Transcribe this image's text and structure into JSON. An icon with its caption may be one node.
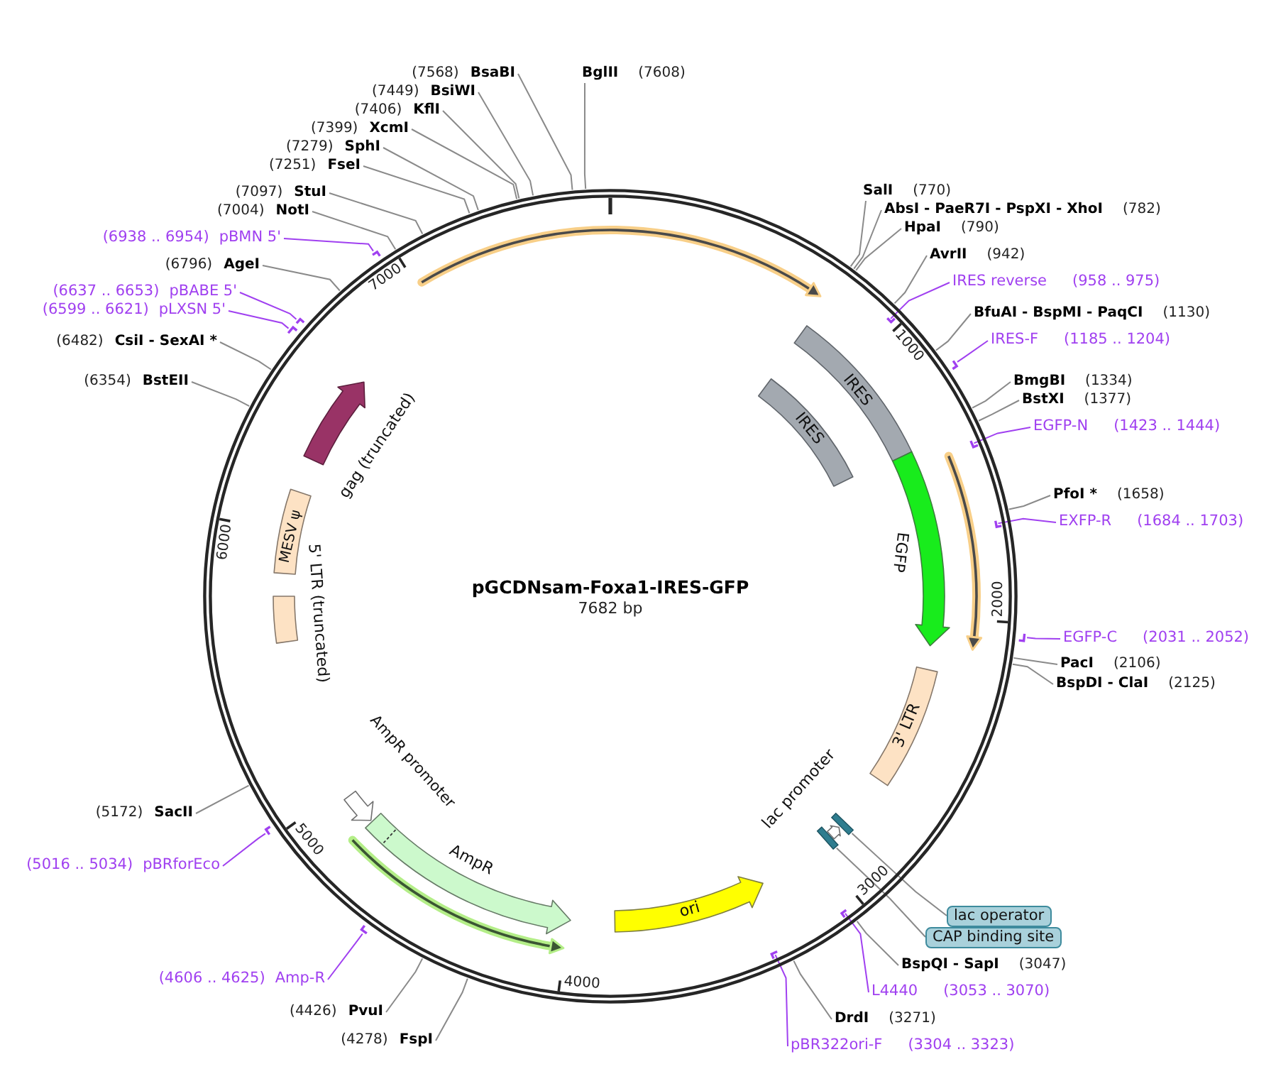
{
  "diagram": {
    "nodes": [
      {
        "text": [
          "pGCDNsam-Foxa1-IRES-GFP",
          "7682 bp"
        ]
      },
      {
        "text": [],
        "shape": "arrow",
        "in": 0
      },
      {
        "text": [
          "IRES"
        ],
        "in": 0
      },
      {
        "text": [
          "IRES"
        ],
        "in": 0
      },
      {
        "text": [
          "EGFP"
        ],
        "in": 0
      },
      {
        "text": [],
        "shape": "arrow",
        "in": 0
      },
      {
        "text": [
          "3' LTR"
        ],
        "in": 0
      },
      {
        "text": [],
        "shape": "bar",
        "in": 0
      },
      {
        "text": [
          "lac promoter"
        ],
        "in": 0
      },
      {
        "text": [],
        "shape": "bar",
        "in": 0
      },
      {
        "text": [
          "ori"
        ],
        "in": 0
      },
      {
        "text": [
          "AmpR"
        ],
        "in": 0
      },
      {
        "text": [
          "AmpR promoter"
        ],
        "in": 0
      },
      {
        "text": [
          "5' LTR (truncated)"
        ],
        "in": 0
      },
      {
        "text": [
          "MESV ψ"
        ],
        "in": 0
      },
      {
        "text": [
          "gag (truncated)"
        ],
        "in": 0
      },
      {
        "text": [
          "(7568)",
          "BsaBI"
        ]
      },
      {
        "text": [
          "BglII",
          "(7608)"
        ]
      },
      {
        "text": [
          "(7449)",
          "BsiWI"
        ]
      },
      {
        "text": [
          "(7406)",
          "KflI"
        ]
      },
      {
        "text": [
          "(7399)",
          "XcmI"
        ]
      },
      {
        "text": [
          "(7279)",
          "SphI"
        ]
      },
      {
        "text": [
          "(7251)",
          "FseI"
        ]
      },
      {
        "text": [
          "(7097)",
          "StuI"
        ]
      },
      {
        "text": [
          "(7004)",
          "NotI"
        ]
      },
      {
        "text": [
          "(6938 .. 6954)",
          "pBMN 5'"
        ]
      },
      {
        "text": [
          "(6796)",
          "AgeI"
        ]
      },
      {
        "text": [
          "(6637 .. 6653)",
          "pBABE 5'"
        ]
      },
      {
        "text": [
          "(6599 .. 6621)",
          "pLXSN 5'"
        ]
      },
      {
        "text": [
          "(6482)",
          "CsiI - SexAI *"
        ]
      },
      {
        "text": [
          "(6354)",
          "BstEII"
        ]
      },
      {
        "text": [
          "(5172)",
          "SacII"
        ]
      },
      {
        "text": [
          "(5016 .. 5034)",
          "pBRforEco"
        ]
      },
      {
        "text": [
          "(4606 .. 4625)",
          "Amp-R"
        ]
      },
      {
        "text": [
          "(4426)",
          "PvuI"
        ]
      },
      {
        "text": [
          "(4278)",
          "FspI"
        ]
      },
      {
        "text": [
          "SalI",
          "(770)"
        ]
      },
      {
        "text": [
          "AbsI - PaeR7I - PspXI - XhoI",
          "(782)"
        ]
      },
      {
        "text": [
          "HpaI",
          "(790)"
        ]
      },
      {
        "text": [
          "AvrII",
          "(942)"
        ]
      },
      {
        "text": [
          "IRES reverse",
          "(958 .. 975)"
        ]
      },
      {
        "text": [
          "BfuAI - BspMI - PaqCI",
          "(1130)"
        ]
      },
      {
        "text": [
          "IRES-F",
          "(1185 .. 1204)"
        ]
      },
      {
        "text": [
          "BmgBI",
          "(1334)"
        ]
      },
      {
        "text": [
          "BstXI",
          "(1377)"
        ]
      },
      {
        "text": [
          "EGFP-N",
          "(1423 .. 1444)"
        ]
      },
      {
        "text": [
          "PfoI *",
          "(1658)"
        ]
      },
      {
        "text": [
          "EXFP-R",
          "(1684 .. 1703)"
        ]
      },
      {
        "text": [
          "EGFP-C",
          "(2031 .. 2052)"
        ]
      },
      {
        "text": [
          "PacI",
          "(2106)"
        ]
      },
      {
        "text": [
          "BspDI - ClaI",
          "(2125)"
        ]
      },
      {
        "text": [
          "lac operator"
        ]
      },
      {
        "text": [
          "CAP binding site"
        ]
      },
      {
        "text": [
          "BspQI - SapI",
          "(3047)"
        ]
      },
      {
        "text": [
          "L4440",
          "(3053 .. 3070)"
        ]
      },
      {
        "text": [
          "DrdI",
          "(3271)"
        ]
      },
      {
        "text": [
          "pBR322ori-F",
          "(3304 .. 3323)"
        ]
      },
      {
        "text": [],
        "shape": "bar"
      },
      {
        "text": [],
        "shape": "bar",
        "in": 0
      },
      {
        "text": [],
        "shape": "bar"
      },
      {
        "text": [],
        "shape": "bar"
      },
      {
        "text": [],
        "shape": "bar"
      },
      {
        "text": [],
        "shape": "bar",
        "in": 0
      },
      {
        "text": [],
        "shape": "bar",
        "in": 0
      },
      {
        "text": [],
        "shape": "bar"
      },
      {
        "text": [],
        "shape": "bar"
      },
      {
        "text": [],
        "shape": "bar",
        "in": 0
      },
      {
        "text": [],
        "shape": "bar"
      },
      {
        "text": [],
        "shape": "bar",
        "in": 0
      }
    ],
    "edges": [
      {
        "from": 16,
        "to": 0,
        "arrow": "none"
      },
      {
        "from": 17,
        "to": 0,
        "arrow": "none"
      },
      {
        "from": 18,
        "to": 0,
        "arrow": "none"
      },
      {
        "from": 19,
        "to": 0,
        "arrow": "none"
      },
      {
        "from": 20,
        "to": 0,
        "arrow": "none"
      },
      {
        "from": 21,
        "to": 0,
        "arrow": "none"
      },
      {
        "from": 22,
        "to": 0,
        "arrow": "none"
      },
      {
        "from": 23,
        "to": 0,
        "arrow": "none"
      },
      {
        "from": 24,
        "to": 0,
        "arrow": "none"
      },
      {
        "from": 25,
        "to": 57,
        "arrow": "none",
        "color": "#a040f0"
      },
      {
        "from": 26,
        "to": 0,
        "arrow": "none"
      },
      {
        "from": 27,
        "to": 59,
        "arrow": "none",
        "color": "#a040f0"
      },
      {
        "from": 28,
        "to": 60,
        "arrow": "none",
        "color": "#a040f0"
      },
      {
        "from": 29,
        "to": 0,
        "arrow": "none"
      },
      {
        "from": 30,
        "to": 0,
        "arrow": "none"
      },
      {
        "from": 31,
        "to": 0,
        "arrow": "none"
      },
      {
        "from": 32,
        "to": 65,
        "arrow": "none",
        "color": "#a040f0"
      },
      {
        "from": 33,
        "to": 67,
        "arrow": "none",
        "color": "#a040f0"
      },
      {
        "from": 34,
        "to": 0,
        "arrow": "none"
      },
      {
        "from": 35,
        "to": 0,
        "arrow": "none"
      },
      {
        "from": 36,
        "to": 0,
        "arrow": "none"
      },
      {
        "from": 37,
        "to": 0,
        "arrow": "none"
      },
      {
        "from": 38,
        "to": 0,
        "arrow": "none"
      },
      {
        "from": 39,
        "to": 0,
        "arrow": "none"
      },
      {
        "from": 40,
        "to": 58,
        "arrow": "none",
        "color": "#a040f0"
      },
      {
        "from": 41,
        "to": 0,
        "arrow": "none"
      },
      {
        "from": 42,
        "to": 61,
        "arrow": "none",
        "color": "#a040f0"
      },
      {
        "from": 43,
        "to": 0,
        "arrow": "none"
      },
      {
        "from": 44,
        "to": 0,
        "arrow": "none"
      },
      {
        "from": 45,
        "to": 62,
        "arrow": "none",
        "color": "#a040f0"
      },
      {
        "from": 46,
        "to": 0,
        "arrow": "none"
      },
      {
        "from": 47,
        "to": 63,
        "arrow": "none",
        "color": "#a040f0"
      },
      {
        "from": 48,
        "to": 64,
        "arrow": "none",
        "color": "#a040f0"
      },
      {
        "from": 49,
        "to": 0,
        "arrow": "none"
      },
      {
        "from": 50,
        "to": 0,
        "arrow": "none"
      },
      {
        "from": 51,
        "to": 7,
        "arrow": "none"
      },
      {
        "from": 52,
        "to": 9,
        "arrow": "none"
      },
      {
        "from": 53,
        "to": 0,
        "arrow": "none"
      },
      {
        "from": 54,
        "to": 66,
        "arrow": "none",
        "color": "#a040f0"
      },
      {
        "from": 55,
        "to": 0,
        "arrow": "none"
      },
      {
        "from": 56,
        "to": 68,
        "arrow": "none",
        "color": "#a040f0"
      }
    ],
    "labels": [
      "1000",
      "2000",
      "3000",
      "4000",
      "5000",
      "6000",
      "7000"
    ]
  }
}
